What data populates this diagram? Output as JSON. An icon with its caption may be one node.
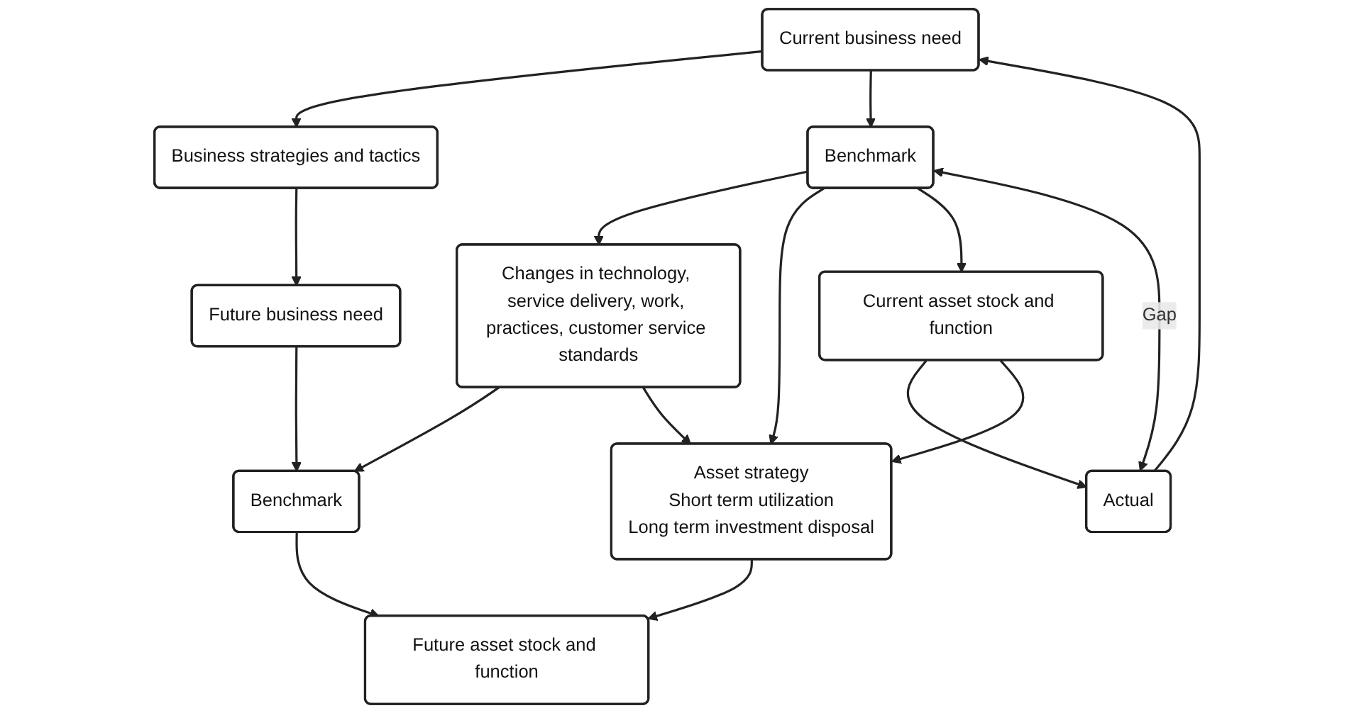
{
  "diagram": {
    "nodes": [
      {
        "text": [
          "Current business need"
        ]
      },
      {
        "text": [
          "Business strategies and tactics"
        ]
      },
      {
        "text": [
          "Future business need"
        ]
      },
      {
        "text": [
          "Benchmark"
        ]
      },
      {
        "text": [
          "Changes in technology, service delivery, work, practices, customer service standards"
        ]
      },
      {
        "text": [
          "Benchmark"
        ]
      },
      {
        "text": [
          "Actual"
        ]
      },
      {
        "text": [
          "Current asset stock and function"
        ]
      },
      {
        "text": [
          "Asset strategy",
          "Short term utilization",
          "Long term investment disposal"
        ]
      },
      {
        "text": [
          "Future asset stock and function"
        ]
      }
    ],
    "edges": [
      {
        "from": 0,
        "to": 1,
        "arrow": "to"
      },
      {
        "from": 1,
        "to": 2,
        "arrow": "to"
      },
      {
        "from": 0,
        "to": 3,
        "arrow": "to"
      },
      {
        "from": 3,
        "to": 4,
        "arrow": "to"
      },
      {
        "from": 4,
        "to": 5,
        "arrow": "to"
      },
      {
        "from": 2,
        "to": 5,
        "arrow": "to"
      },
      {
        "from": 5,
        "to": 9,
        "arrow": "to"
      },
      {
        "from": 4,
        "to": 8,
        "arrow": "to"
      },
      {
        "from": 3,
        "to": 8,
        "arrow": "to"
      },
      {
        "from": 3,
        "to": 7,
        "arrow": "to"
      },
      {
        "from": 6,
        "to": 3,
        "label": "Gap",
        "arrow": "both"
      },
      {
        "from": 6,
        "to": 0,
        "arrow": "to"
      },
      {
        "from": 7,
        "to": 6,
        "arrow": "to"
      },
      {
        "from": 7,
        "to": 8,
        "arrow": "to"
      },
      {
        "from": 8,
        "to": 9,
        "arrow": "to"
      }
    ]
  }
}
